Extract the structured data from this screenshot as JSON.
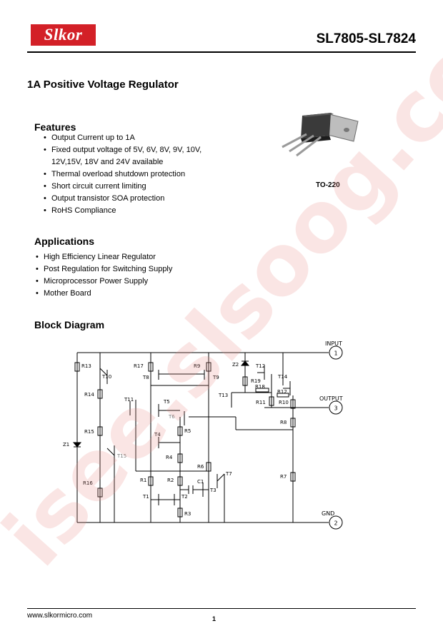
{
  "header": {
    "logo_text": "Slkor",
    "part_number": "SL7805-SL7824"
  },
  "title": "1A Positive Voltage Regulator",
  "features": {
    "heading": "Features",
    "items": [
      "Output Current up to 1A",
      "Fixed output voltage of  5V, 6V, 8V, 9V, 10V, 12V,15V, 18V and 24V available",
      "Thermal overload shutdown protection",
      "Short circuit current limiting",
      "Output transistor SOA protection",
      "RoHS Compliance"
    ]
  },
  "package": {
    "label": "TO-220"
  },
  "applications": {
    "heading": "Applications",
    "items": [
      "High Efficiency Linear Regulator",
      "Post Regulation for Switching Supply",
      "Microprocessor Power Supply",
      "Mother Board"
    ]
  },
  "block_diagram": {
    "heading": "Block Diagram",
    "pins": [
      {
        "name": "INPUT",
        "number": "1"
      },
      {
        "name": "OUTPUT",
        "number": "3"
      },
      {
        "name": "GND",
        "number": "2"
      }
    ],
    "labels": {
      "R13": "R13",
      "T10": "T10",
      "R14": "R14",
      "R15": "R15",
      "Z1": "Z1",
      "T15": "T15",
      "R16": "R16",
      "R17": "R17",
      "T8": "T8",
      "T11": "T11",
      "T5": "T5",
      "T6": "T6",
      "T4": "T4",
      "R5": "R5",
      "R4": "R4",
      "R1": "R1",
      "R2": "R2",
      "T1": "T1",
      "T2": "T2",
      "R3": "R3",
      "C1": "C1",
      "T3": "T3",
      "R9": "R9",
      "T9": "T9",
      "Z2": "Z2",
      "T12": "T12",
      "R19": "R19",
      "R18": "R18",
      "T13": "T13",
      "T14": "T14",
      "R12": "R12",
      "R11": "R11",
      "R10": "R10",
      "R8": "R8",
      "R6": "R6",
      "T7": "T7",
      "R7": "R7"
    }
  },
  "watermark": "isee.slsoog.com",
  "footer": {
    "url": "www.slkormicro.com",
    "page": "1"
  }
}
